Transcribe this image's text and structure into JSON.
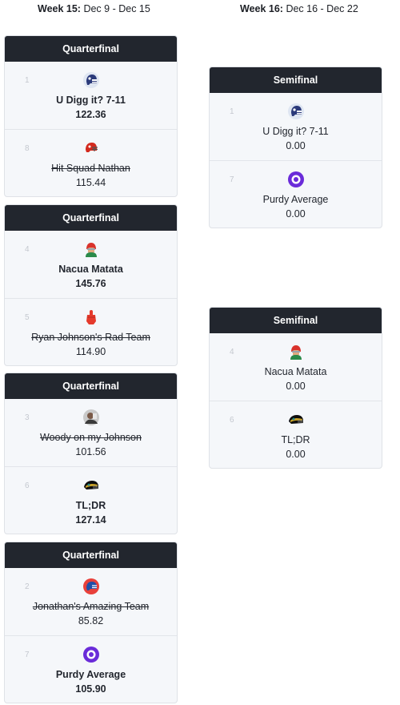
{
  "weeks": [
    {
      "label": "Week 15:",
      "dates": "Dec 9 - Dec 15"
    },
    {
      "label": "Week 16:",
      "dates": "Dec 16 - Dec 22"
    }
  ],
  "quarterfinals": [
    {
      "title": "Quarterfinal",
      "teams": [
        {
          "seed": "1",
          "name": "U Digg it? 7-11",
          "score": "122.36",
          "icon": "helmet-icon"
        },
        {
          "seed": "8",
          "name": "Hit Squad Nathan",
          "score": "115.44",
          "icon": "helmet-icon"
        }
      ]
    },
    {
      "title": "Quarterfinal",
      "teams": [
        {
          "seed": "4",
          "name": "Nacua Matata",
          "score": "145.76",
          "icon": "player-icon"
        },
        {
          "seed": "5",
          "name": "Ryan Johnson's Rad Team",
          "score": "114.90",
          "icon": "foam-finger-icon"
        }
      ]
    },
    {
      "title": "Quarterfinal",
      "teams": [
        {
          "seed": "3",
          "name": "Woody on my Johnson",
          "score": "101.56",
          "icon": "player-photo-icon"
        },
        {
          "seed": "6",
          "name": "TL;DR",
          "score": "127.14",
          "icon": "helmet-icon"
        }
      ]
    },
    {
      "title": "Quarterfinal",
      "teams": [
        {
          "seed": "2",
          "name": "Jonathan's Amazing Team",
          "score": "85.82",
          "icon": "helmet-icon"
        },
        {
          "seed": "7",
          "name": "Purdy Average",
          "score": "105.90",
          "icon": "logo-icon"
        }
      ]
    }
  ],
  "semifinals": [
    {
      "title": "Semifinal",
      "teams": [
        {
          "seed": "1",
          "name": "U Digg it? 7-11",
          "score": "0.00",
          "icon": "helmet-icon"
        },
        {
          "seed": "7",
          "name": "Purdy Average",
          "score": "0.00",
          "icon": "logo-icon"
        }
      ]
    },
    {
      "title": "Semifinal",
      "teams": [
        {
          "seed": "4",
          "name": "Nacua Matata",
          "score": "0.00",
          "icon": "player-icon"
        },
        {
          "seed": "6",
          "name": "TL;DR",
          "score": "0.00",
          "icon": "helmet-icon"
        }
      ]
    }
  ],
  "colors": {
    "header_bg": "#22262e",
    "card_bg": "#f5f7fa",
    "seed": "#c4c8cf"
  }
}
